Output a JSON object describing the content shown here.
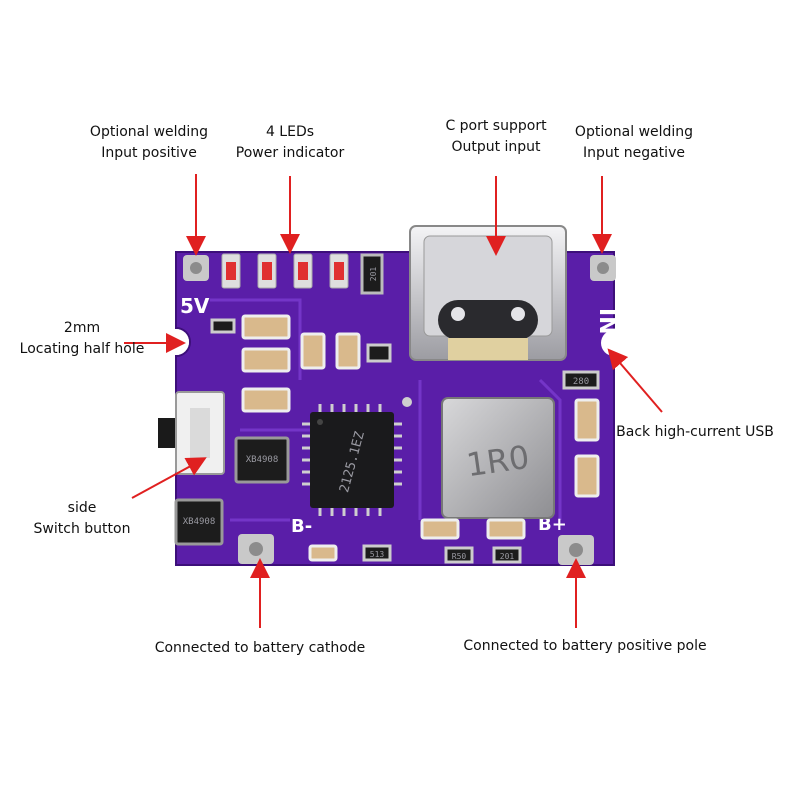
{
  "labels": {
    "weld_pos": {
      "line1": "Optional welding",
      "line2": "Input positive"
    },
    "leds": {
      "line1": "4 LEDs",
      "line2": "Power indicator"
    },
    "cport": {
      "line1": "C port support",
      "line2": "Output input"
    },
    "weld_neg": {
      "line1": "Optional welding",
      "line2": "Input negative"
    },
    "half_hole": {
      "line1": "2mm",
      "line2": "Locating half hole"
    },
    "back_usb": {
      "line1": "Back high-current USB"
    },
    "switch": {
      "line1": "side",
      "line2": "Switch button"
    },
    "batt_neg": {
      "line1": "Connected to battery cathode"
    },
    "batt_pos": {
      "line1": "Connected to battery positive pole"
    }
  },
  "silkscreen": {
    "v5": "5V",
    "in_minus": "IN-",
    "b_minus": "B-",
    "b_plus": "B+"
  },
  "chip_marks": {
    "ic_main": "2125.1EZ",
    "inductor": "1R0",
    "mosfet1": "XB4908",
    "mosfet2": "XB4908",
    "res_201_top": "201",
    "res_280": "280",
    "res_513": "513",
    "res_r50": "R50",
    "res_201_bottom": "201"
  },
  "colors": {
    "pcb": "#5a1ea8",
    "arrow": "#e02020"
  }
}
